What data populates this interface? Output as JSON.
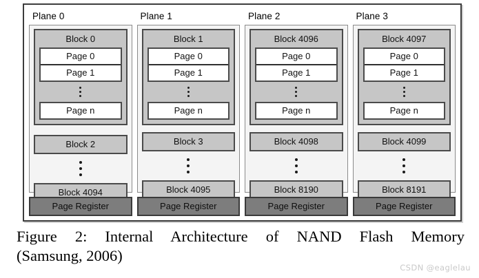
{
  "figure": {
    "caption_line1": "Figure 2: Internal Architecture of NAND Flash Memory",
    "caption_line2": "(Samsung, 2006)",
    "watermark": "CSDN @eaglelau"
  },
  "colors": {
    "frame_border": "#3c3c3c",
    "plane_background": "#f4f4f4",
    "block_fill": "#c6c6c6",
    "page_fill": "#ffffff",
    "page_register_fill": "#7d7d7d",
    "text": "#111111",
    "watermark_text": "#c9c9c9"
  },
  "diagram": {
    "page_register_label": "Page Register",
    "ellipsis_icon": "vertical-ellipsis",
    "planes": [
      {
        "label": "Plane 0",
        "expanded_block": {
          "title": "Block 0",
          "pages_top": [
            "Page 0",
            "Page 1"
          ],
          "page_last": "Page n"
        },
        "blocks_below": [
          "Block 2",
          "Block 4094"
        ],
        "page_register": "Page Register"
      },
      {
        "label": "Plane 1",
        "expanded_block": {
          "title": "Block 1",
          "pages_top": [
            "Page 0",
            "Page 1"
          ],
          "page_last": "Page n"
        },
        "blocks_below": [
          "Block 3",
          "Block 4095"
        ],
        "page_register": "Page Register"
      },
      {
        "label": "Plane 2",
        "expanded_block": {
          "title": "Block 4096",
          "pages_top": [
            "Page 0",
            "Page 1"
          ],
          "page_last": "Page n"
        },
        "blocks_below": [
          "Block 4098",
          "Block 8190"
        ],
        "page_register": "Page Register"
      },
      {
        "label": "Plane 3",
        "expanded_block": {
          "title": "Block 4097",
          "pages_top": [
            "Page 0",
            "Page 1"
          ],
          "page_last": "Page n"
        },
        "blocks_below": [
          "Block 4099",
          "Block 8191"
        ],
        "page_register": "Page Register"
      }
    ]
  }
}
